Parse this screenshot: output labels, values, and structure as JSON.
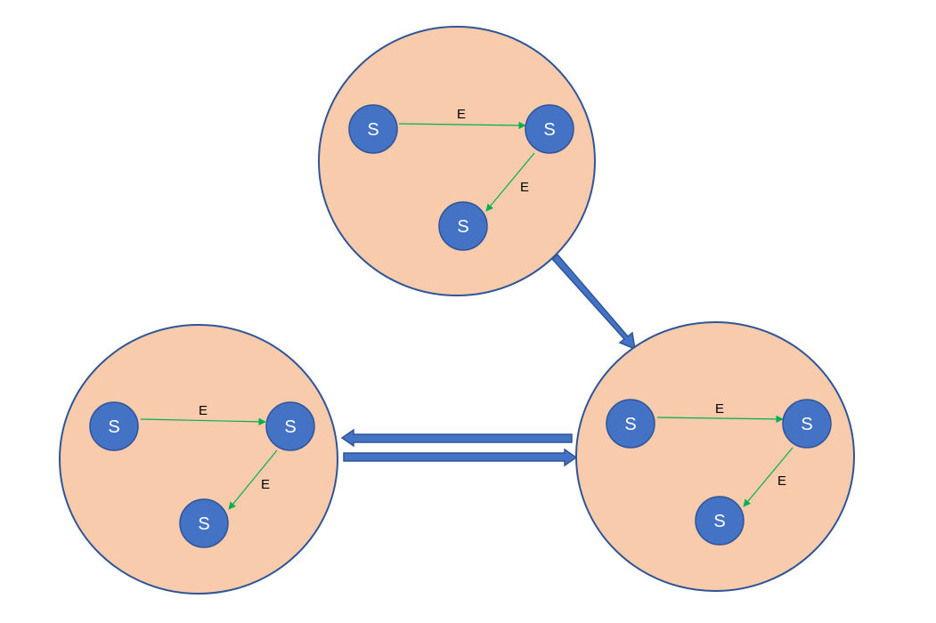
{
  "colors": {
    "cluster_fill": "#f8cbad",
    "cluster_stroke": "#2f5597",
    "node_fill": "#4472c4",
    "edge": "#00b050",
    "connector": "#4472c4"
  },
  "clusters": [
    {
      "id": "top",
      "nodes": [
        "S",
        "S",
        "S"
      ],
      "edges": [
        {
          "from": 0,
          "to": 1,
          "label": "E"
        },
        {
          "from": 1,
          "to": 2,
          "label": "E"
        }
      ]
    },
    {
      "id": "left",
      "nodes": [
        "S",
        "S",
        "S"
      ],
      "edges": [
        {
          "from": 0,
          "to": 1,
          "label": "E"
        },
        {
          "from": 1,
          "to": 2,
          "label": "E"
        }
      ]
    },
    {
      "id": "right",
      "nodes": [
        "S",
        "S",
        "S"
      ],
      "edges": [
        {
          "from": 0,
          "to": 1,
          "label": "E"
        },
        {
          "from": 1,
          "to": 2,
          "label": "E"
        }
      ]
    }
  ],
  "connectors": [
    {
      "from": "top",
      "to": "right"
    },
    {
      "from": "right",
      "to": "left"
    },
    {
      "from": "left",
      "to": "right"
    }
  ]
}
